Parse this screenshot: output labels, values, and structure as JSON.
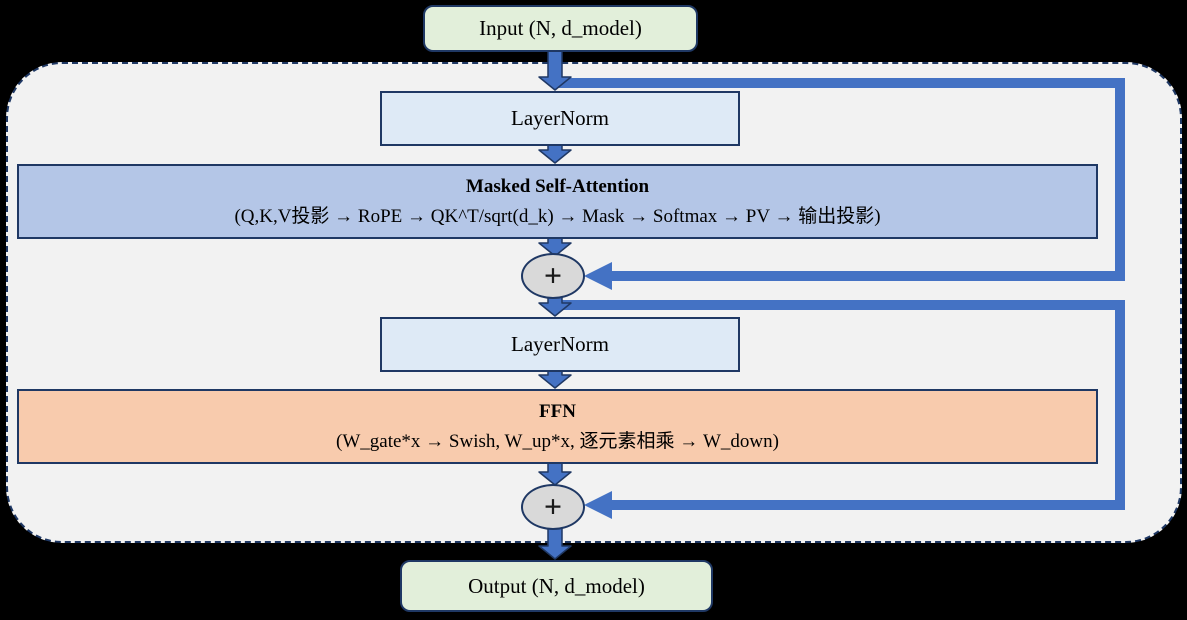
{
  "nodes": {
    "input": "Input (N, d_model)",
    "layernorm1": "LayerNorm",
    "attention_title": "Masked Self-Attention",
    "attention_detail": "(Q,K,V投影 → RoPE → QK^T/sqrt(d_k) → Mask → Softmax → PV → 输出投影)",
    "add1": "+",
    "layernorm2": "LayerNorm",
    "ffn_title": "FFN",
    "ffn_detail": "(W_gate*x → Swish, W_up*x, 逐元素相乘 → W_down)",
    "add2": "+",
    "output": "Output (N, d_model)"
  },
  "colors": {
    "bg": "#000000",
    "container-fill": "#f2f2f2",
    "container-border": "#1f3864",
    "node-border": "#1f3864",
    "io-fill": "#e2efda",
    "layernorm-fill": "#deeaf6",
    "attention-fill": "#b4c6e7",
    "ffn-fill": "#f8cbad",
    "add-fill": "#d9d9d9",
    "arrow": "#4472c4",
    "text": "#000000"
  }
}
